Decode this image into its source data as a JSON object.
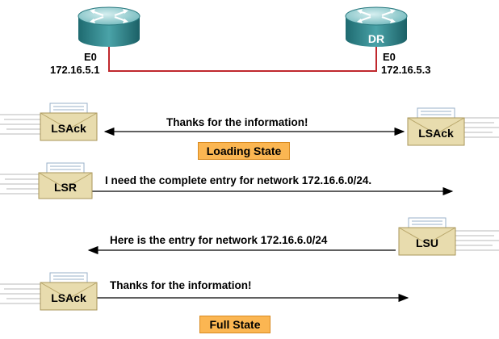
{
  "routers": {
    "left": {
      "interface": "E0",
      "ip": "172.16.5.1"
    },
    "right": {
      "label": "DR",
      "interface": "E0",
      "ip": "172.16.5.3"
    }
  },
  "exchanges": [
    {
      "packet": "LSAck",
      "packet_right": "LSAck",
      "message": "Thanks for the information!"
    },
    {
      "packet": "LSR",
      "message": "I need the complete entry for network 172.16.6.0/24."
    },
    {
      "packet": "LSU",
      "message": "Here is the entry for network 172.16.6.0/24"
    },
    {
      "packet": "LSAck",
      "message": "Thanks for the information!"
    }
  ],
  "states": {
    "loading": "Loading State",
    "full": "Full State"
  },
  "colors": {
    "link": "#c0282d",
    "router_body": "#3d8f95",
    "router_top": "#b9dfe0",
    "envelope": "#e8dcae",
    "state_box": "#fbb652"
  }
}
